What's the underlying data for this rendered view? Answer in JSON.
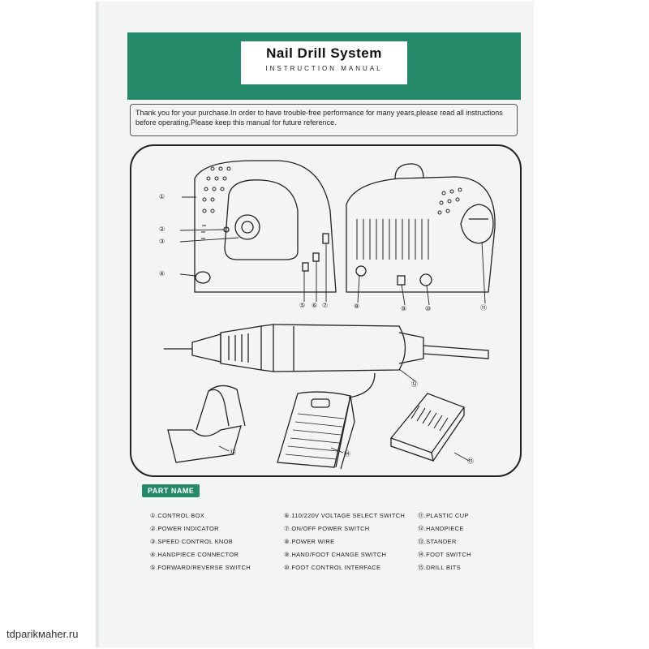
{
  "header": {
    "title": "Nail Drill System",
    "subtitle": "INSTRUCTION MANUAL"
  },
  "notice": {
    "text": "Thank you for your purchase.In order to have trouble-free performance for many years,please read all instructions before operating.Please keep this manual for future reference."
  },
  "diagram": {
    "callouts": [
      "①",
      "②",
      "③",
      "④",
      "⑤",
      "⑥",
      "⑦",
      "⑧",
      "⑨",
      "⑩",
      "⑪",
      "⑫",
      "⑬",
      "⑭",
      "⑮"
    ]
  },
  "parts_list": {
    "title": "PART NAME",
    "columns": [
      [
        "①.CONTROL BOX",
        "②.POWER INDICATOR",
        "③.SPEED CONTROL KNOB",
        "④.HANDPIECE CONNECTOR",
        "⑤.FORWARD/REVERSE SWITCH"
      ],
      [
        "⑥.110/220V VOLTAGE SELECT SWITCH",
        "⑦.ON/OFF POWER SWITCH",
        "⑧.POWER WIRE",
        "⑨.HAND/FOOT CHANGE SWITCH",
        "⑩.FOOT CONTROL INTERFACE"
      ],
      [
        "⑪.PLASTIC CUP",
        "⑫.HANDPIECE",
        "⑬.STANDER",
        "⑭.FOOT SWITCH",
        "⑮.DRILL BITS"
      ]
    ]
  },
  "watermark": "tdparikмaher.ru",
  "colors": {
    "accent": "#258a6a",
    "paper": "#f3f5f4",
    "ink": "#222222"
  }
}
